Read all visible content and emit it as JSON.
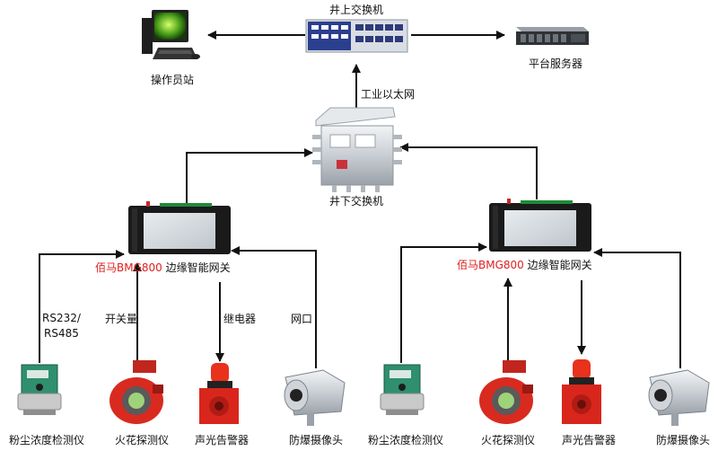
{
  "top": {
    "operator_station": "操作员站",
    "surface_switch": "井上交换机",
    "platform_server": "平台服务器",
    "ethernet_link": "工业以太网",
    "underground_switch": "井下交换机"
  },
  "gateway_left": {
    "brand": "佰马BMG800",
    "name": " 边缘智能网关"
  },
  "gateway_right": {
    "brand": "佰马BMG800",
    "name": " 边缘智能网关"
  },
  "links_left": {
    "rs": "RS232/\nRS485",
    "switch_qty": "开关量",
    "relay": "继电器",
    "net_port": "网口"
  },
  "devices_left": {
    "dust": "粉尘浓度检测仪",
    "spark": "火花探测仪",
    "alarm": "声光告警器",
    "camera": "防爆摄像头"
  },
  "devices_right": {
    "dust": "粉尘浓度检测仪",
    "spark": "火花探测仪",
    "alarm": "声光告警器",
    "camera": "防爆摄像头"
  }
}
